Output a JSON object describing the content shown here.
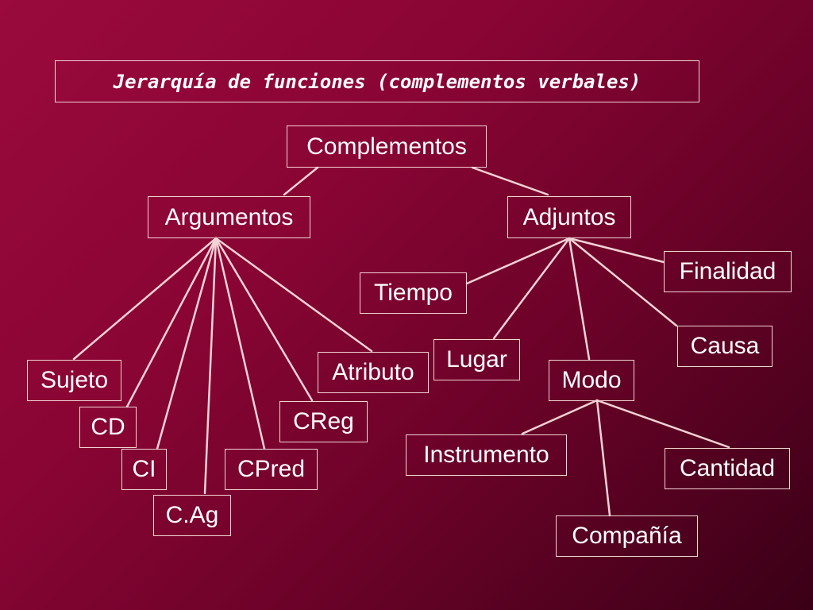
{
  "title": "Jerarquía de funciones (complementos verbales)",
  "nodes": {
    "complementos": "Complementos",
    "argumentos": "Argumentos",
    "adjuntos": "Adjuntos",
    "sujeto": "Sujeto",
    "cd": "CD",
    "ci": "CI",
    "cag": "C.Ag",
    "cpred": "CPred",
    "creg": "CReg",
    "atributo": "Atributo",
    "tiempo": "Tiempo",
    "lugar": "Lugar",
    "modo": "Modo",
    "causa": "Causa",
    "finalidad": "Finalidad",
    "instrumento": "Instrumento",
    "compania": "Compañía",
    "cantidad": "Cantidad"
  },
  "colors": {
    "line": "#f3d2d6",
    "text": "#ffffff",
    "background_top": "#9a0a3c",
    "background_bottom": "#3a0016"
  }
}
